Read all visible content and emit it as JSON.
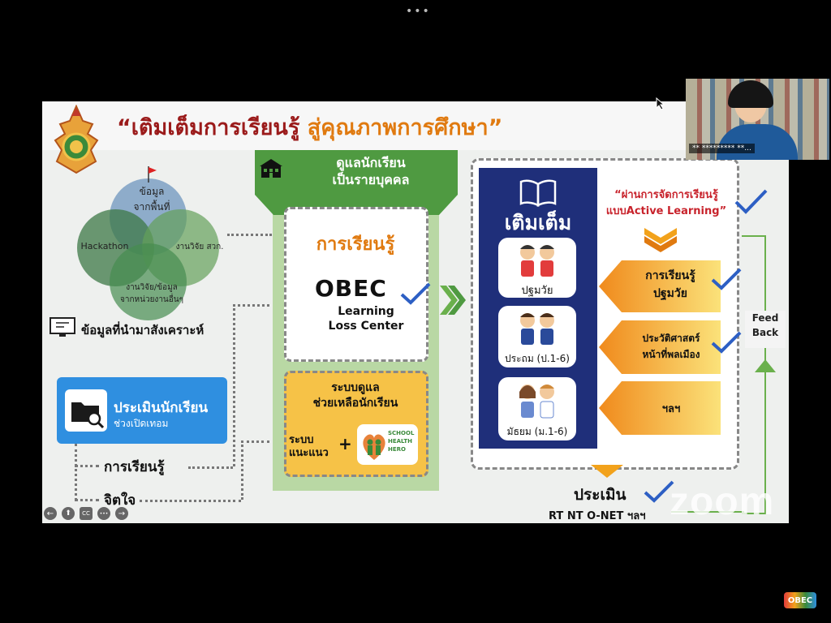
{
  "top_menu_dots": "•••",
  "slide": {
    "title_main": "“เติมเต็มการเรียนรู้ ",
    "title_highlight": "สู่คุณภาพการศึกษา”",
    "venn": {
      "top": "ข้อมูล\nจากพื้นที่",
      "left": "Hackathon",
      "right": "งานวิจัย สวก.",
      "bottom": "งานวิจัย/ข้อมูล\nจากหน่วยงานอื่นๆ"
    },
    "analysis_label": "ข้อมูลที่นำมาสังเคราะห์",
    "assess": {
      "title": "ประเมินนักเรียน",
      "subtitle": "ช่วงเปิดเทอม"
    },
    "branch_learning": "การเรียนรู้",
    "branch_mind": "จิตใจ",
    "care_header": "ดูแลนักเรียน\nเป็นรายบุคคล",
    "learning_title": "การเรียนรู้",
    "obec": "OBEC",
    "learning_loss": "Learning\nLoss Center",
    "support_title": "ระบบดูแล\nช่วยเหลือนักเรียน",
    "guidance": "ระบบ\nแนะแนว",
    "plus": "+",
    "school_health": "SCHOOL\nHEALTH\nHERO",
    "fill_title": "เติมเต็ม",
    "levels": [
      "ปฐมวัย",
      "ประถม (ป.1-6)",
      "มัธยม (ม.1-6)"
    ],
    "active_learning": "“ผ่านการจัดการเรียนรู้\nแบบActive Learning”",
    "topics": [
      "การเรียนรู้\nปฐมวัย",
      "ประวัติศาสตร์\nหน้าที่พลเมือง",
      "ฯลฯ"
    ],
    "feedback": "Feed\nBack",
    "evaluate": "ประเมิน",
    "tests": "RT NT O-NET ฯลฯ"
  },
  "participant": {
    "name": "** ********* **..."
  },
  "controls": [
    "←",
    "⬆",
    "CC",
    "•••",
    "→"
  ],
  "watermark": "zoom",
  "obec_corner": "OBEC",
  "colors": {
    "title_red": "#9b1b1b",
    "title_orange": "#e07a10",
    "green": "#4f9a41",
    "navy": "#1f2f7a",
    "orange": "#f2a21b",
    "blue": "#2f8fe0",
    "check_blue": "#2d5fc4"
  }
}
